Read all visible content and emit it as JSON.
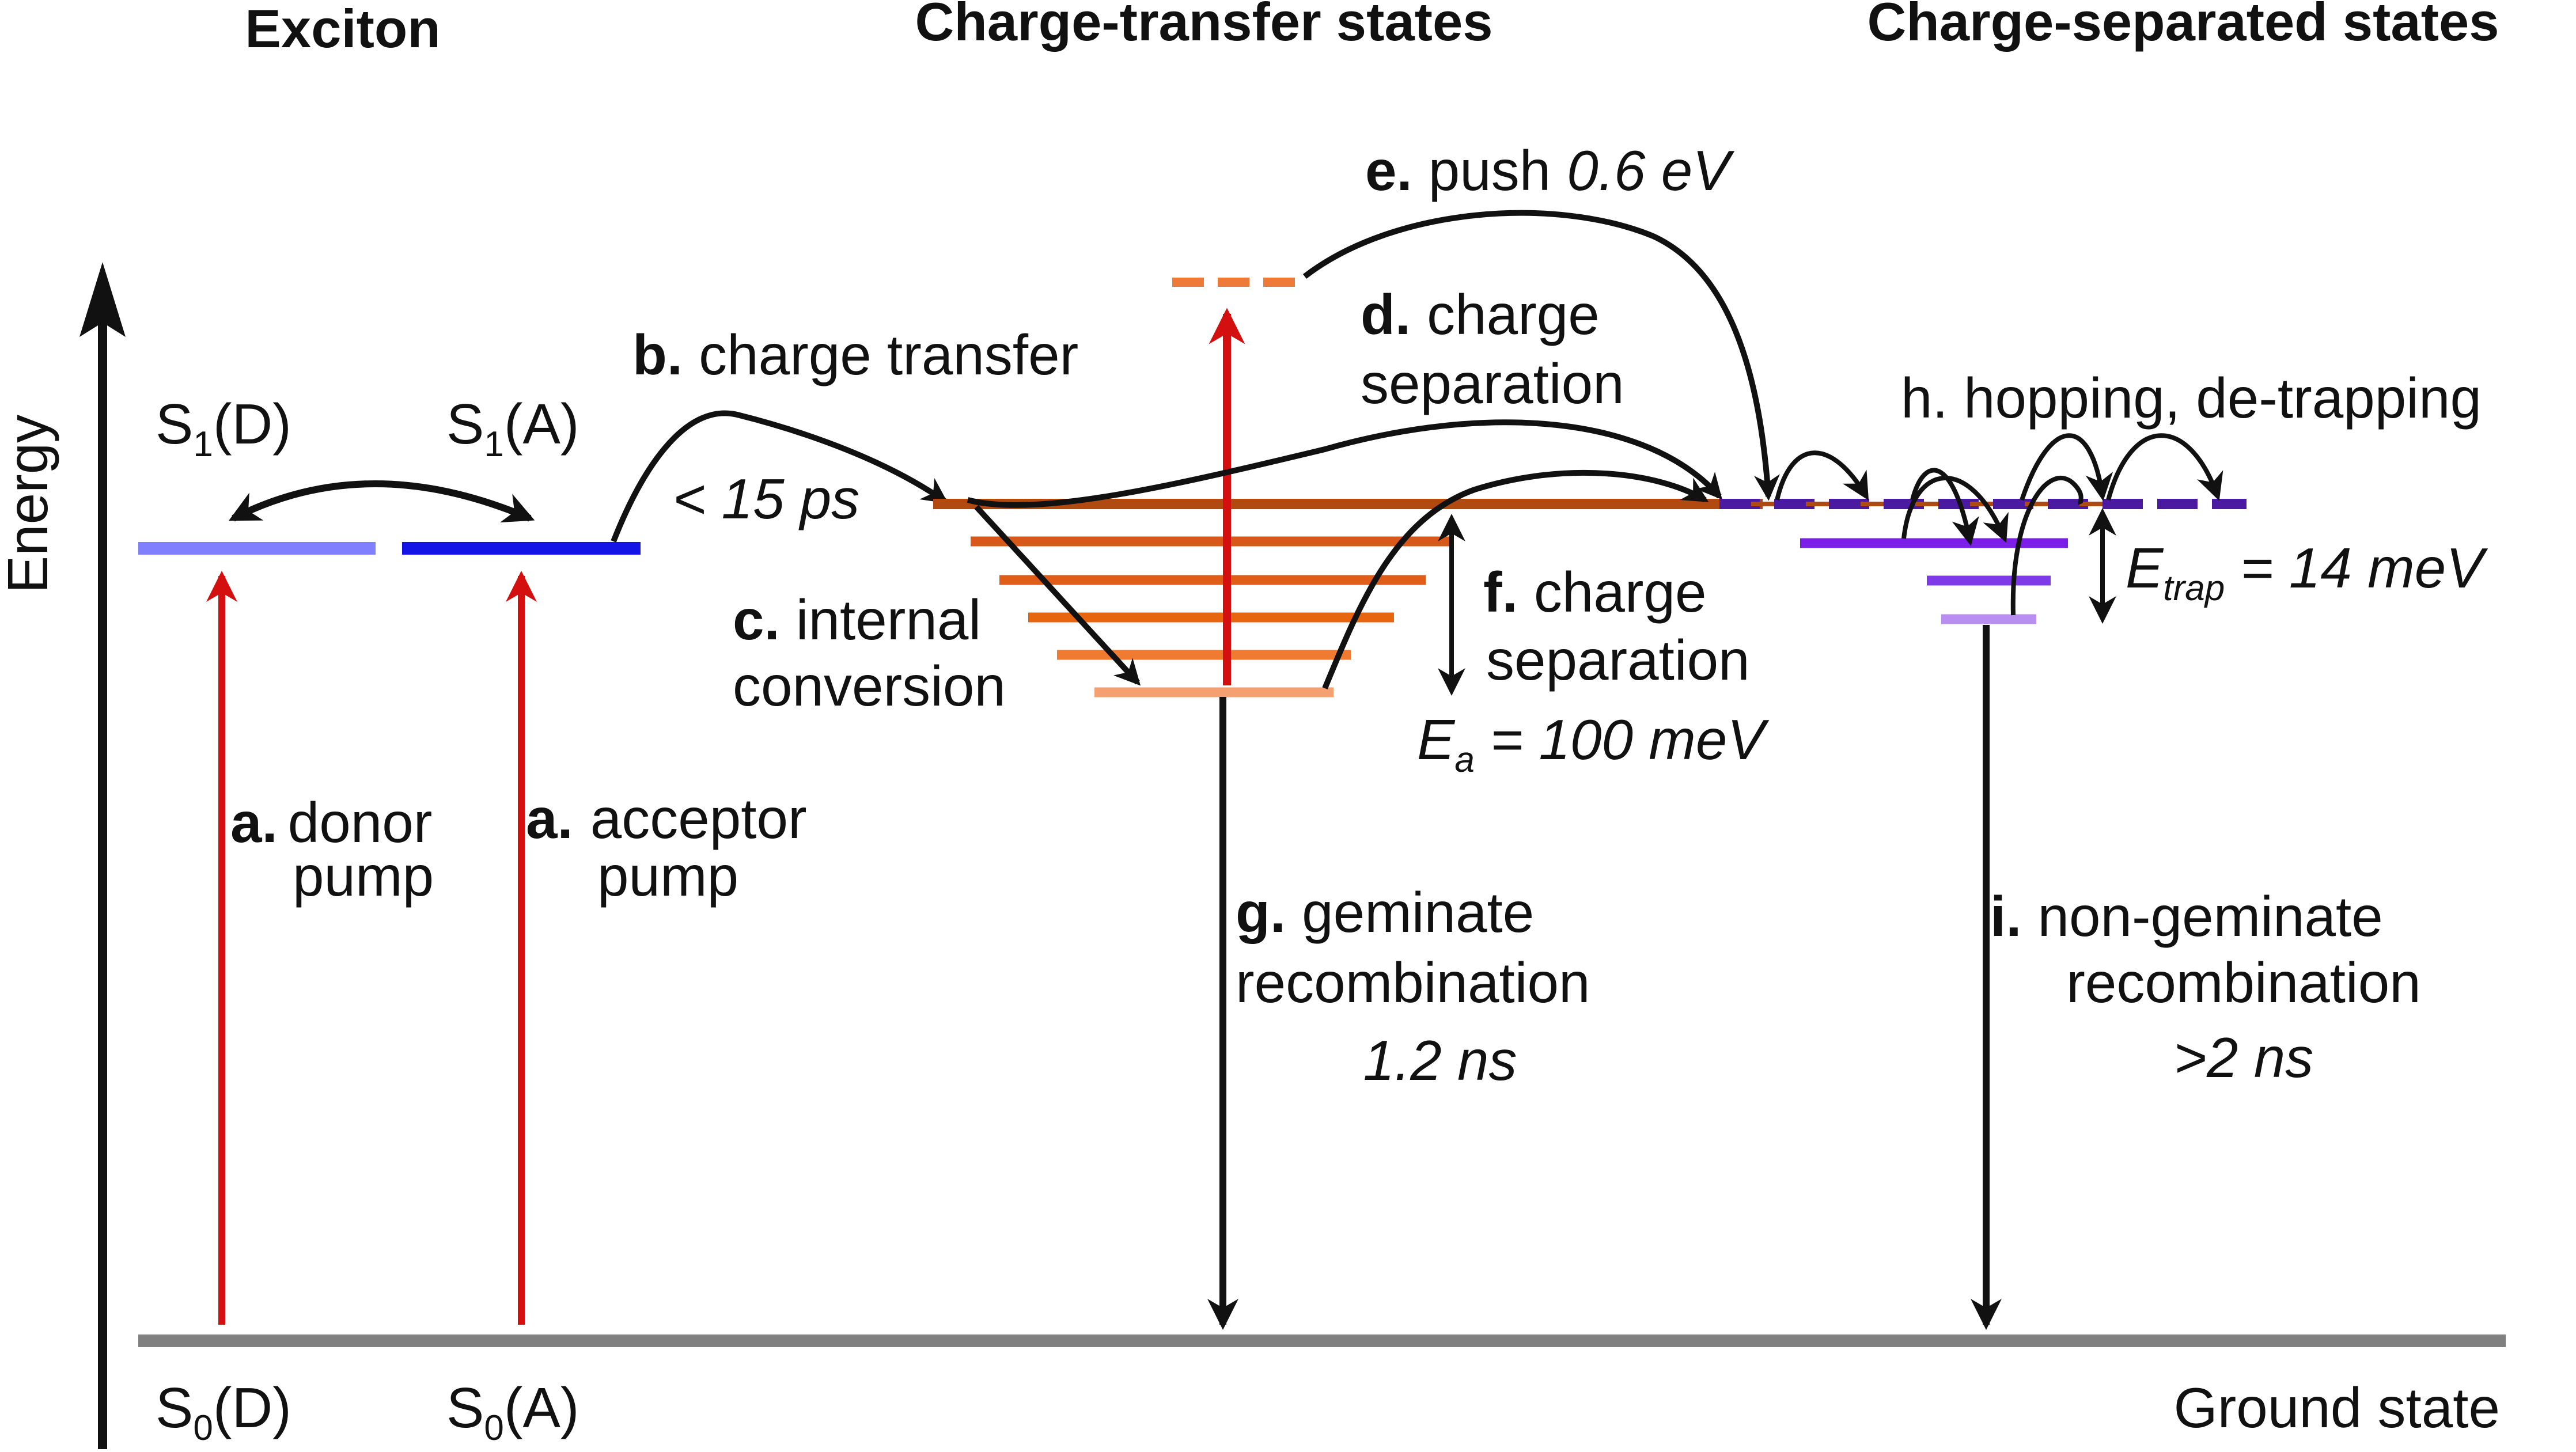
{
  "headers": {
    "exciton": "Exciton",
    "ct_states": "Charge-transfer states",
    "cs_states": "Charge-separated states"
  },
  "axis": {
    "energy": "Energy"
  },
  "states": {
    "s1_donor": {
      "base": "S",
      "sub": "1",
      "rest": "(D)"
    },
    "s1_acceptor": {
      "base": "S",
      "sub": "1",
      "rest": "(A)"
    },
    "s0_donor": {
      "base": "S",
      "sub": "0",
      "rest": "(D)"
    },
    "s0_acceptor": {
      "base": "S",
      "sub": "0",
      "rest": "(A)"
    },
    "ground": "Ground state"
  },
  "processes": {
    "a_donor": {
      "letter": "a.",
      "line1": "donor",
      "line2": "pump"
    },
    "a_acceptor": {
      "letter": "a.",
      "line1": "acceptor",
      "line2": "pump"
    },
    "b": {
      "letter": "b.",
      "text": "charge transfer",
      "time": "< 15 ps"
    },
    "c": {
      "letter": "c.",
      "line1": "internal",
      "line2": "conversion"
    },
    "d": {
      "letter": "d.",
      "line1": "charge",
      "line2": "separation"
    },
    "e": {
      "letter": "e.",
      "text": "push",
      "value": "0.6 eV"
    },
    "f": {
      "letter": "f.",
      "line1": "charge",
      "line2": "separation"
    },
    "ea": {
      "base": "E",
      "sub": "a",
      "rest": " = 100 meV"
    },
    "g": {
      "letter": "g.",
      "line1": "geminate",
      "line2": "recombination",
      "time": "1.2 ns"
    },
    "h": {
      "text": "h. hopping, de-trapping"
    },
    "etrap": {
      "base": "E",
      "sub": "trap",
      "rest": " = 14 meV"
    },
    "i": {
      "letter": "i.",
      "line1": "non-geminate",
      "line2": "recombination",
      "time": ">2 ns"
    }
  },
  "colors": {
    "pump_red": "#d40f0f",
    "donor_level": "#8080ff",
    "acceptor_level": "#1414e6",
    "ct_top": "#b04a10",
    "ct_orange": "#e86510",
    "ct_light": "#f5a070",
    "cs_violet": "#7a1ee8",
    "cs_dark": "#4a1aa0",
    "cs_light": "#b88ef0",
    "ground": "#808080"
  }
}
